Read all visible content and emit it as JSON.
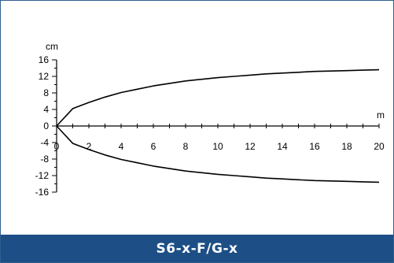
{
  "colors": {
    "frame_border": "#2f5f8f",
    "footer_background": "#1d4f86",
    "footer_text": "#ffffff",
    "curve": "#000000"
  },
  "footer": {
    "label": "S6-x-F/G-x"
  },
  "chart_data": {
    "type": "line",
    "xlabel": "m",
    "ylabel": "cm",
    "xlim": [
      0,
      20
    ],
    "ylim": [
      -16,
      16
    ],
    "x_ticks": [
      2,
      4,
      6,
      8,
      10,
      12,
      14,
      16,
      18,
      20
    ],
    "y_ticks": [
      16,
      12,
      8,
      4,
      0,
      -4,
      -8,
      -12,
      -16
    ],
    "x_tick_labels": [
      "2",
      "4",
      "6",
      "8",
      "10",
      "12",
      "14",
      "16",
      "18",
      "20"
    ],
    "y_tick_labels": [
      "16",
      "12",
      "8",
      "4",
      "0",
      "-4",
      "-8",
      "-12",
      "-16"
    ],
    "origin_x_label": "0",
    "grid": false,
    "legend": "none",
    "series": [
      {
        "x": [
          0,
          1,
          2,
          3,
          4,
          5,
          6,
          7,
          8,
          9,
          10,
          11,
          12,
          13,
          14,
          15,
          16,
          17,
          18,
          19,
          20
        ],
        "y": [
          0,
          4.2,
          5.7,
          7.0,
          8.1,
          8.9,
          9.7,
          10.3,
          10.9,
          11.3,
          11.7,
          12.0,
          12.3,
          12.6,
          12.8,
          13.0,
          13.2,
          13.3,
          13.4,
          13.5,
          13.6
        ]
      },
      {
        "x": [
          0,
          1,
          2,
          3,
          4,
          5,
          6,
          7,
          8,
          9,
          10,
          11,
          12,
          13,
          14,
          15,
          16,
          17,
          18,
          19,
          20
        ],
        "y": [
          0,
          -4.2,
          -5.7,
          -7.0,
          -8.1,
          -8.9,
          -9.7,
          -10.3,
          -10.9,
          -11.3,
          -11.7,
          -12.0,
          -12.3,
          -12.6,
          -12.8,
          -13.0,
          -13.2,
          -13.3,
          -13.4,
          -13.5,
          -13.6
        ]
      }
    ]
  }
}
